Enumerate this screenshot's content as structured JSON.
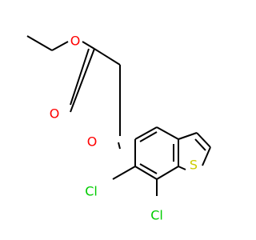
{
  "atoms": {
    "O_carbonyl": {
      "label": "O",
      "color": "#ff0000"
    },
    "O_ester": {
      "label": "O",
      "color": "#ff0000"
    },
    "O_ether": {
      "label": "O",
      "color": "#ff0000"
    },
    "S": {
      "label": "S",
      "color": "#cccc00"
    },
    "Cl_6": {
      "label": "Cl",
      "color": "#00cc00"
    },
    "Cl_7": {
      "label": "Cl",
      "color": "#00cc00"
    }
  }
}
